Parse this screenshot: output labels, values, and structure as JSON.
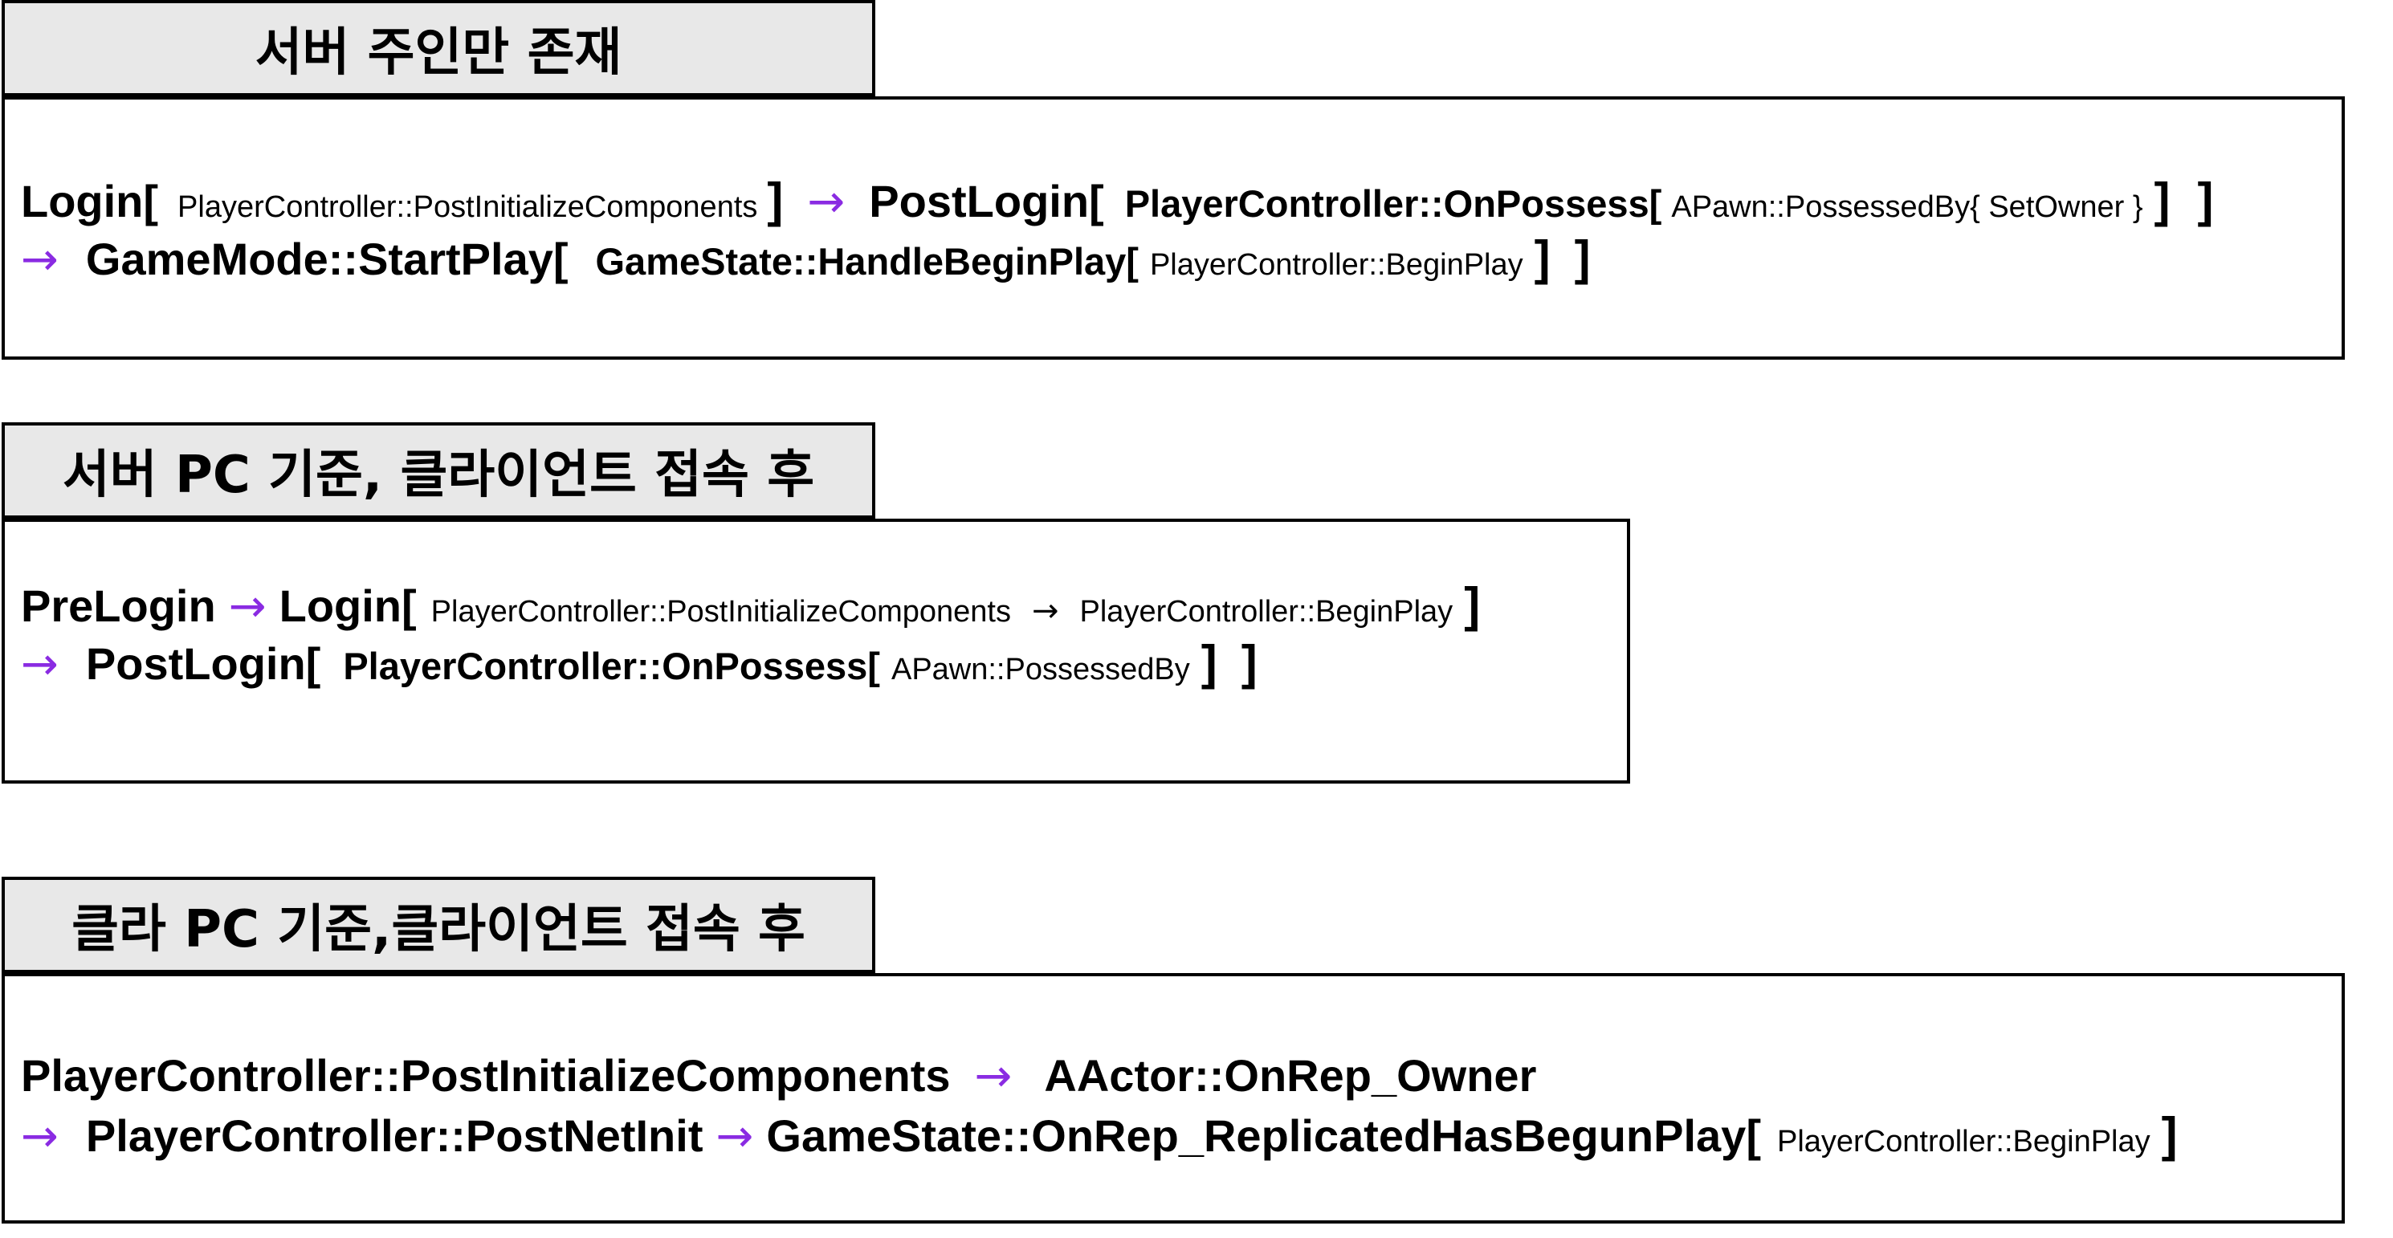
{
  "sections": [
    {
      "title": "서버 주인만 존재",
      "lines": [
        [
          "Login[",
          "PlayerController::PostInitializeComponents",
          "]",
          "→",
          "PostLogin[",
          "PlayerController::OnPossess[",
          "APawn::PossessedBy{ SetOwner }",
          "]",
          "]"
        ],
        [
          "→",
          "GameMode::StartPlay[",
          "GameState::HandleBeginPlay[",
          "PlayerController::BeginPlay",
          "]",
          "]"
        ]
      ]
    },
    {
      "title": "서버 PC 기준, 클라이언트 접속 후",
      "lines": [
        [
          "PreLogin",
          "→",
          "Login[",
          "PlayerController::PostInitializeComponents",
          "→",
          "PlayerController::BeginPlay",
          "]"
        ],
        [
          "→",
          "PostLogin[",
          "PlayerController::OnPossess[",
          "APawn::PossessedBy",
          "]",
          "]"
        ]
      ]
    },
    {
      "title": "클라 PC 기준,클라이언트 접속 후",
      "lines": [
        [
          "PlayerController::PostInitializeComponents",
          "→",
          "AActor::OnRep_Owner"
        ],
        [
          "→",
          "PlayerController::PostNetInit",
          "→",
          "GameState::OnRep_ReplicatedHasBegunPlay[",
          "PlayerController::BeginPlay",
          "]"
        ]
      ]
    }
  ],
  "colors": {
    "arrow": "#8a2be2",
    "tab_background": "#e8e8e8",
    "border": "#000000"
  }
}
